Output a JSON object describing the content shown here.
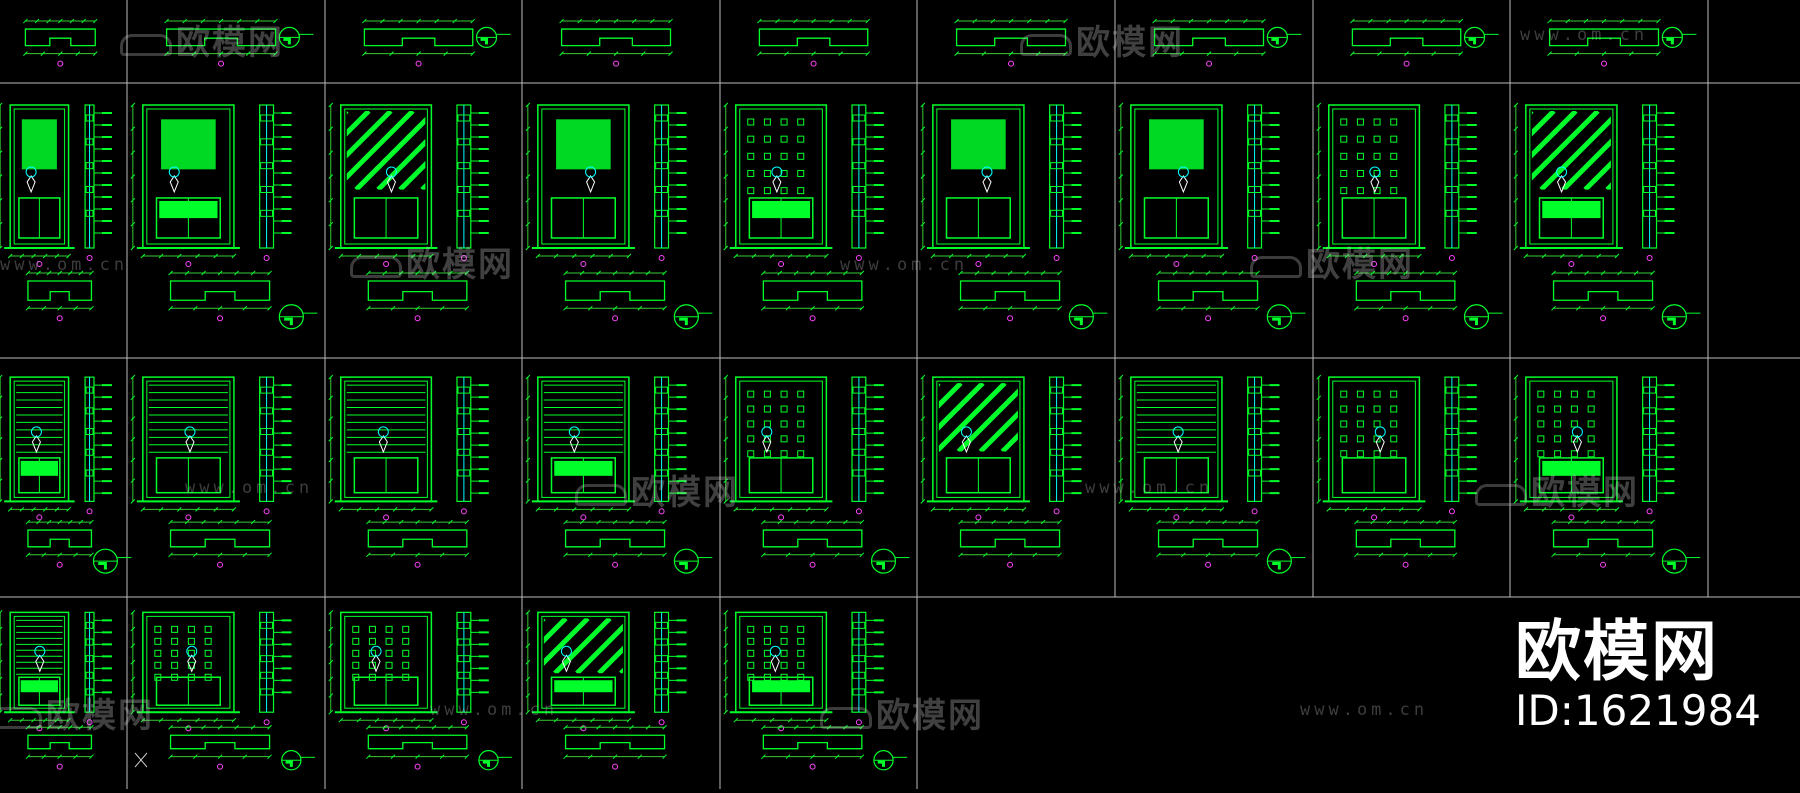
{
  "colors": {
    "background": "#000000",
    "drawing": "#00ff2a",
    "dimension": "#33cc33",
    "accent": "#00ffff",
    "marker": "#ff44ff",
    "grid": "#bbbbbb",
    "watermark": "#c8c8c8",
    "brand": "#ffffff"
  },
  "watermark": {
    "brand": "欧模网",
    "url": "www.om.cn"
  },
  "branding": {
    "name": "欧模网",
    "id_label": "ID:1621984"
  },
  "icons": [
    "om-logo-icon",
    "cad-cursor-icon"
  ],
  "sheet": {
    "rows": 4,
    "row_columns": [
      9,
      9,
      9,
      5
    ]
  }
}
